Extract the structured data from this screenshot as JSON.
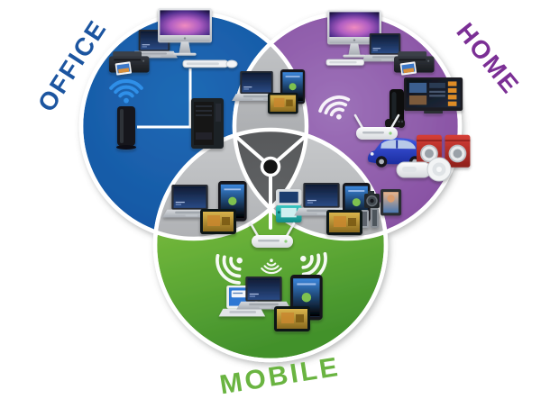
{
  "labels": {
    "office": "OFFICE",
    "home": "HOME",
    "mobile": "MOBILE"
  },
  "colors": {
    "office_fill": "#1658a5",
    "office_label": "#1c55a0",
    "home_fill": "#8a54a5",
    "home_label": "#7b2f95",
    "mobile_fill": "#6db33f",
    "mobile_label": "#6ab441",
    "overlap_fill": "#b0b2b5",
    "center_fill": "#57585a",
    "circle_border": "#ffffff",
    "office_wifi": "#2f8fe8"
  },
  "venn": {
    "type": "three-circle venn network diagram",
    "sets": [
      {
        "id": "office",
        "label": "OFFICE",
        "devices": [
          "imac desktop",
          "laptop",
          "photo printer",
          "keyboard",
          "mouse",
          "wireless modem",
          "wifi signal",
          "server tower",
          "wired network lines"
        ]
      },
      {
        "id": "home",
        "label": "HOME",
        "devices": [
          "imac desktop",
          "laptop",
          "photo printer",
          "keyboard",
          "wifi router",
          "wifi signal",
          "smart tv",
          "game console",
          "gamepad",
          "car",
          "washer and dryer",
          "white appliances"
        ]
      },
      {
        "id": "mobile",
        "label": "MOBILE",
        "devices": [
          "wifi router",
          "wifi signals",
          "netbook",
          "laptop",
          "tablet",
          "media tablet"
        ]
      }
    ],
    "overlaps": [
      {
        "id": "office-home",
        "devices": [
          "laptop",
          "tablet",
          "media tablet"
        ]
      },
      {
        "id": "office-mobile",
        "devices": [
          "laptop",
          "tablet",
          "media tablet"
        ]
      },
      {
        "id": "home-mobile",
        "devices": [
          "handheld console",
          "laptop",
          "tablet",
          "media tablet",
          "camera",
          "speakers",
          "digital photo frame"
        ]
      },
      {
        "id": "office-home-mobile",
        "devices": [
          "central network hub",
          "link lines to each intersection",
          "link line to router"
        ]
      }
    ]
  }
}
